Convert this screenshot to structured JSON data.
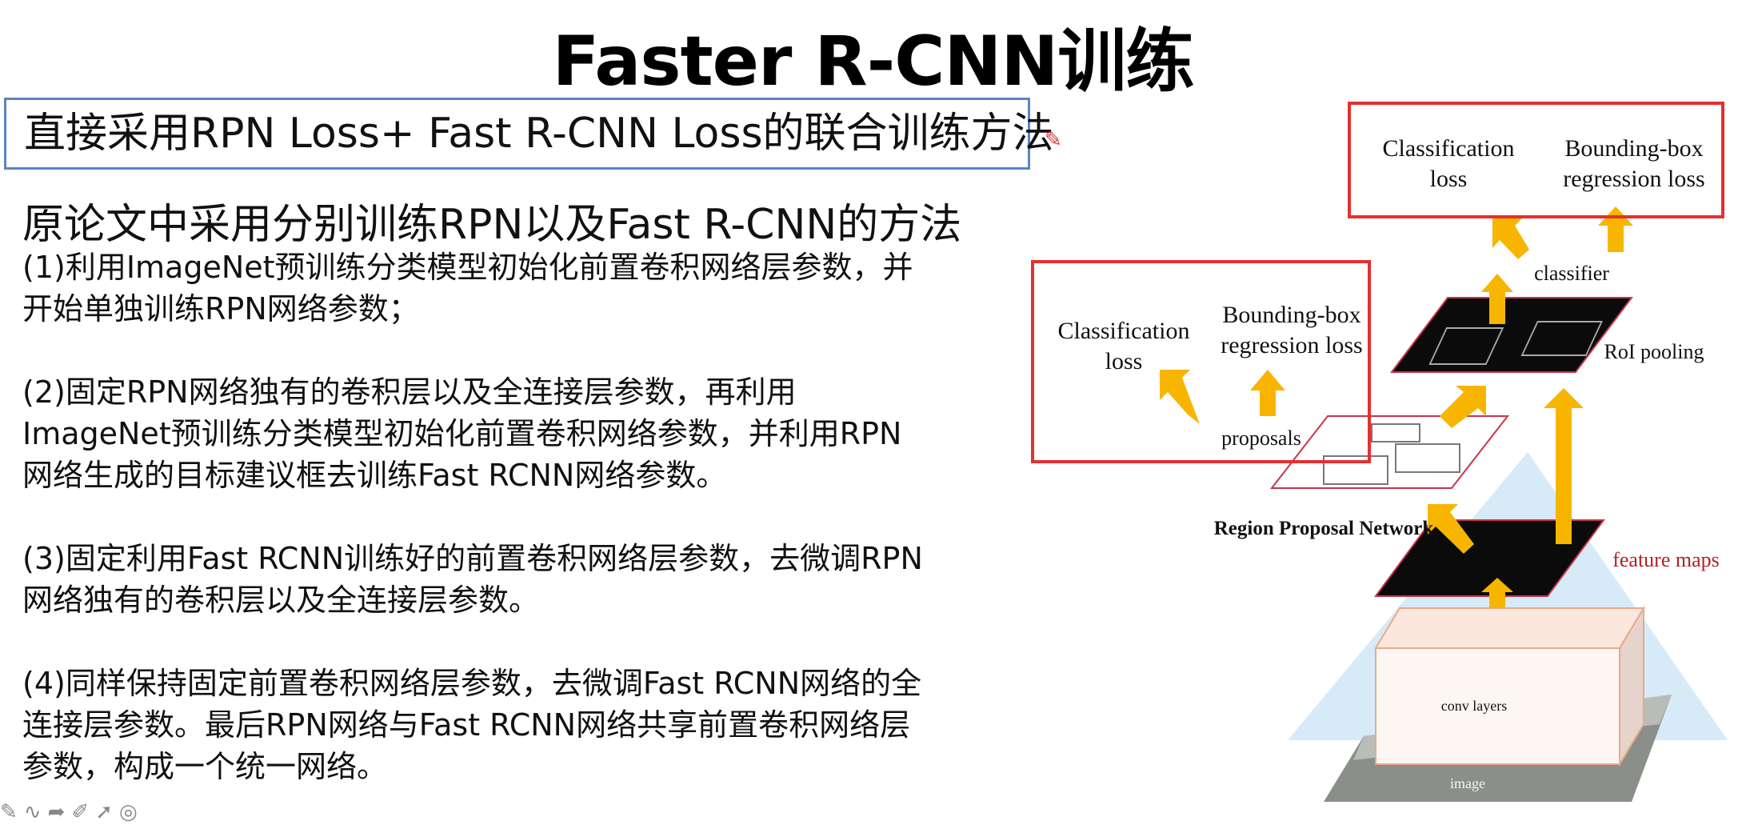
{
  "title": "Faster R-CNN训练",
  "boxed_line": "直接采用RPN Loss+ Fast R-CNN Loss的联合训练方法",
  "subhead": "原论文中采用分别训练RPN以及Fast R-CNN的方法",
  "steps": [
    [
      "(1)利用ImageNet预训练分类模型初始化前置卷积网络层参数，并",
      "开始单独训练RPN网络参数；"
    ],
    [
      "(2)固定RPN网络独有的卷积层以及全连接层参数，再利用",
      "ImageNet预训练分类模型初始化前置卷积网络参数，并利用RPN",
      "网络生成的目标建议框去训练Fast RCNN网络参数。"
    ],
    [
      "(3)固定利用Fast RCNN训练好的前置卷积网络层参数，去微调RPN",
      "网络独有的卷积层以及全连接层参数。"
    ],
    [
      "(4)同样保持固定前置卷积网络层参数，去微调Fast RCNN网络的全",
      "连接层参数。最后RPN网络与Fast RCNN网络共享前置卷积网络层",
      "参数，构成一个统一网络。"
    ]
  ],
  "diagram": {
    "top_cls_line1": "Classification",
    "top_cls_line2": "loss",
    "top_bbox_line1": "Bounding-box",
    "top_bbox_line2": "regression loss",
    "classifier": "classifier",
    "roi_pooling": "RoI pooling",
    "left_cls_line1": "Classification",
    "left_cls_line2": "loss",
    "left_bbox_line1": "Bounding-box",
    "left_bbox_line2": "regression loss",
    "proposals": "proposals",
    "rpn": "Region Proposal Network",
    "feature_maps": "feature maps",
    "conv_layers": "conv layers",
    "image": "image"
  },
  "colors": {
    "highlight_box": "#e53030",
    "arrow": "#f7b500",
    "title_box_border": "#5b84c4",
    "feature_maps_label": "#b22222"
  },
  "toolbar_icons": [
    "pen-icon",
    "curve-icon",
    "arrow-icon",
    "eraser-icon",
    "pointer-icon",
    "target-icon"
  ]
}
